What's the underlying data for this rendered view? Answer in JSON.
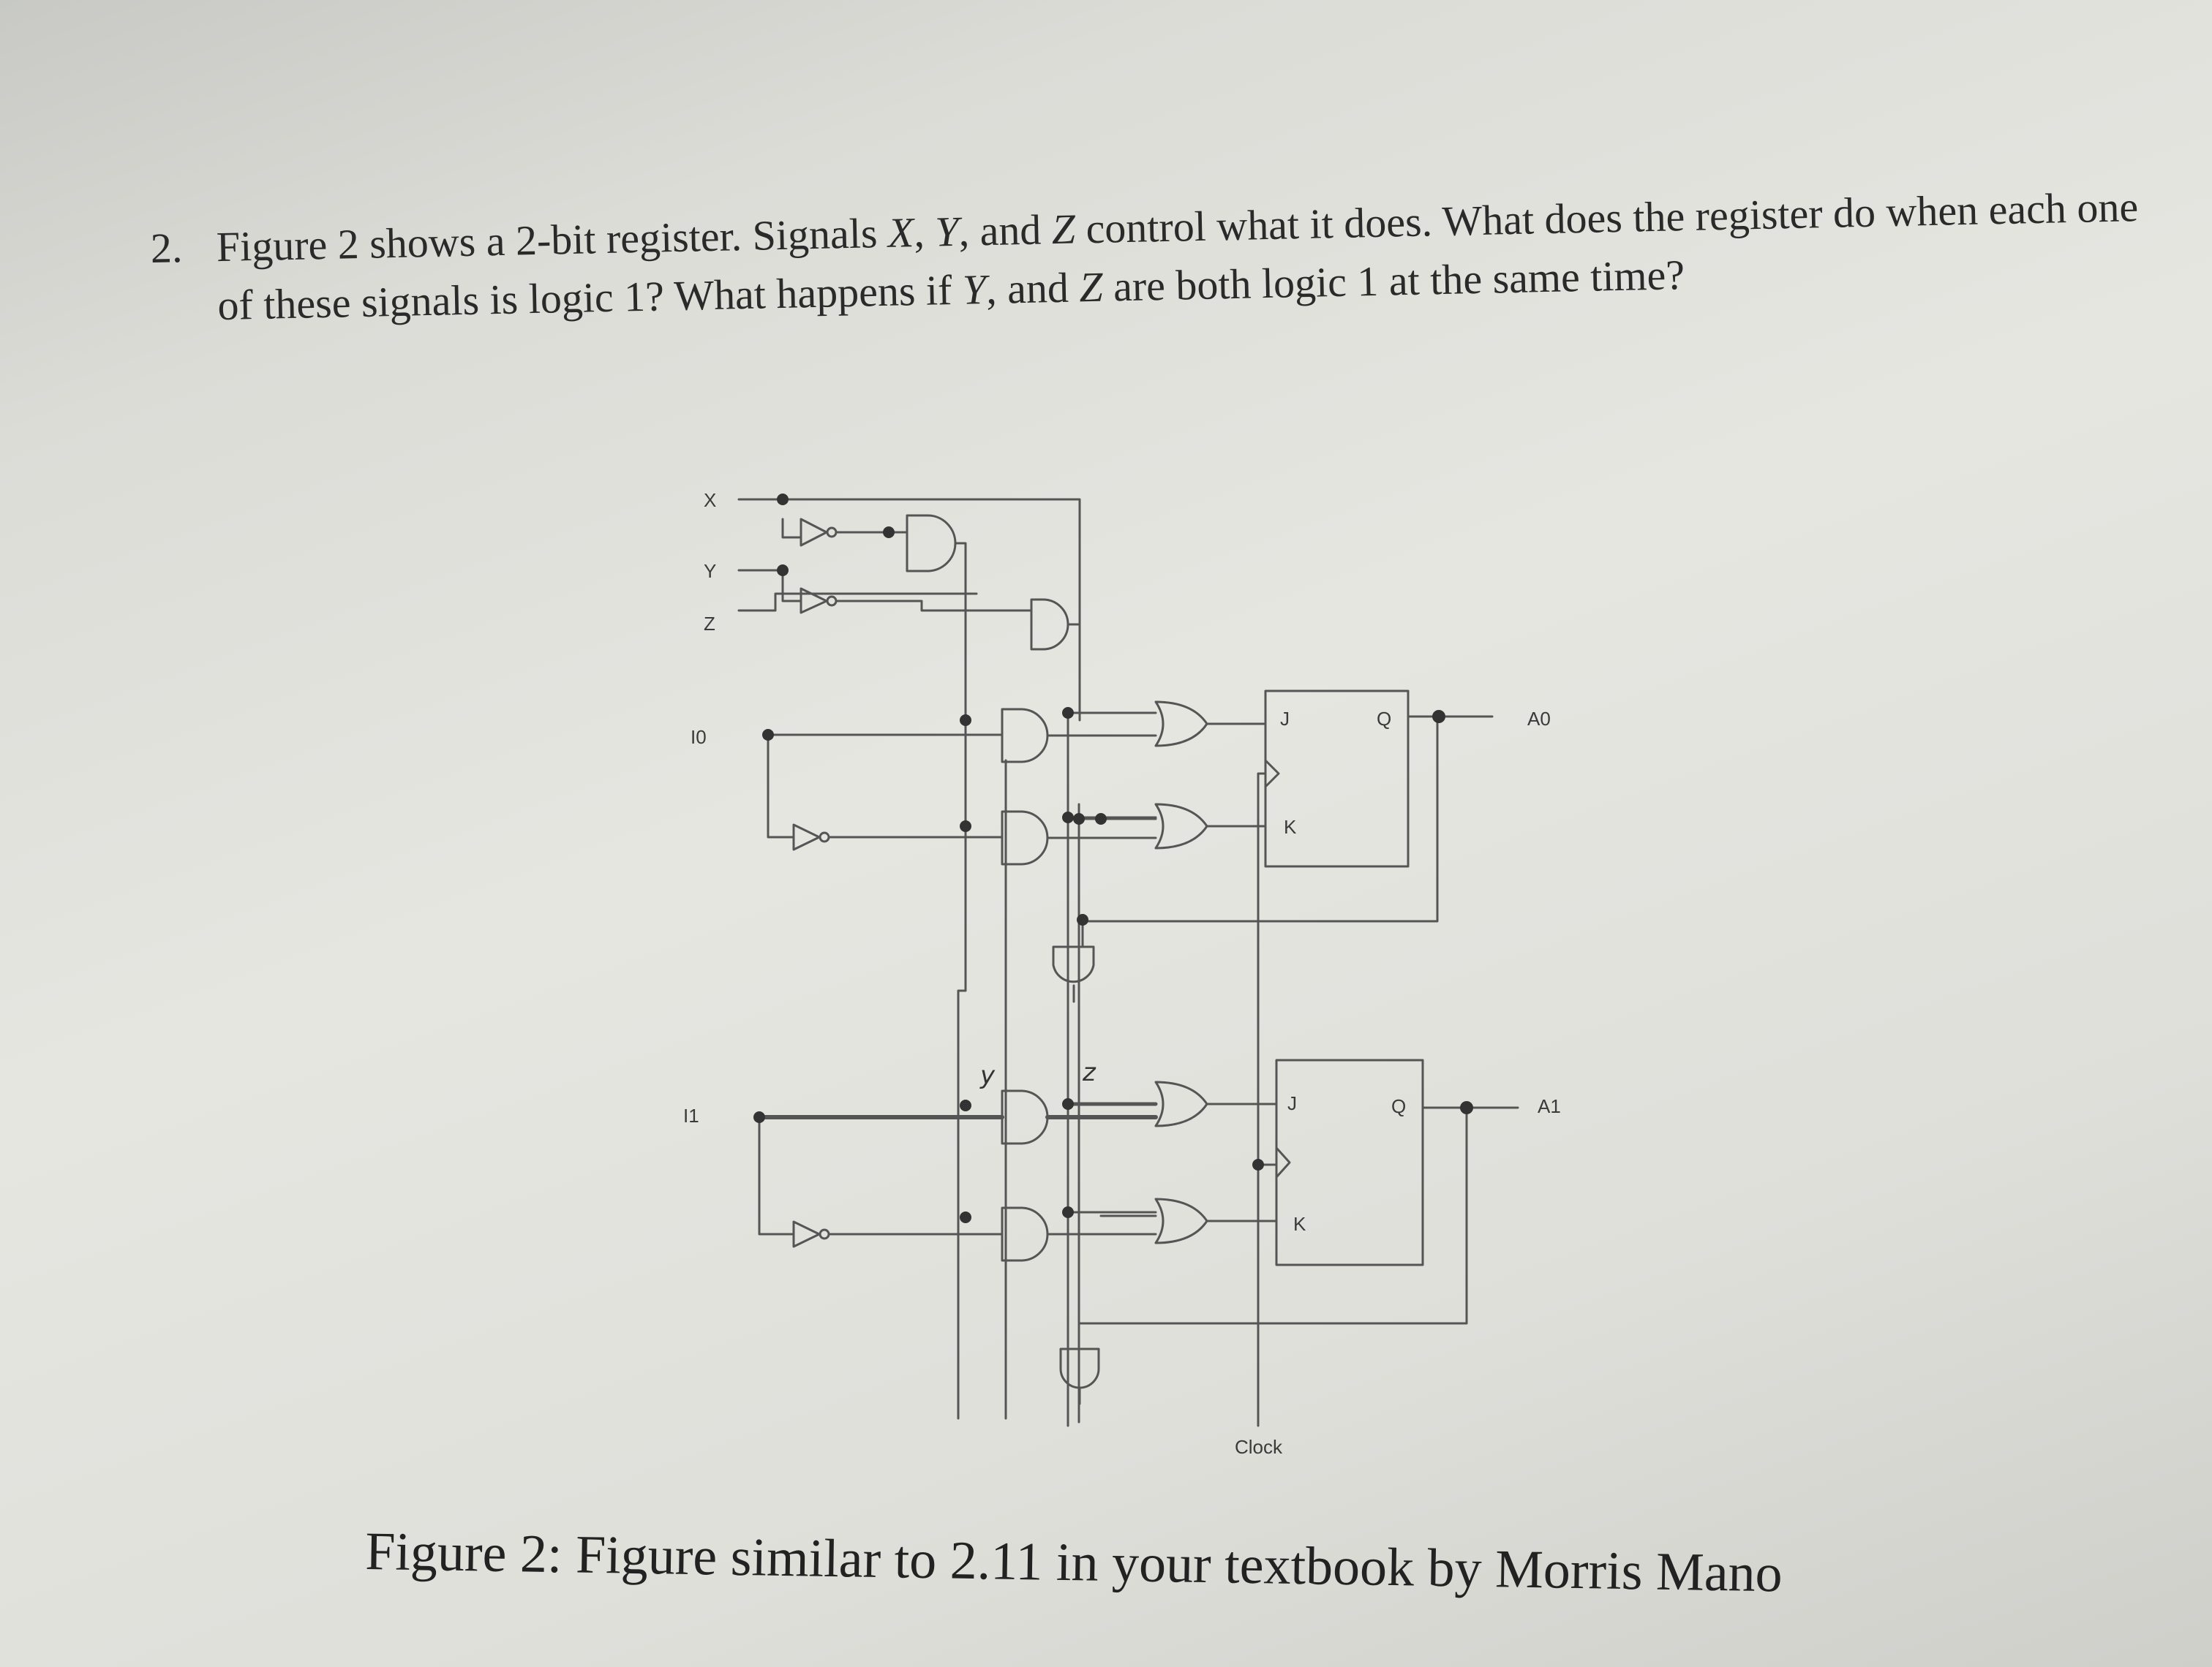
{
  "question": {
    "number": "2.",
    "text_1": "Figure 2 shows a 2-bit register. Signals ",
    "var_x": "X",
    "sep_1": ", ",
    "var_y": "Y",
    "sep_2": ", and ",
    "var_z": "Z",
    "text_2": " control what it does. What does the register do when each one of these signals is logic 1? What happens if ",
    "var_y2": "Y",
    "sep_3": ", and ",
    "var_z2": "Z",
    "text_3": " are both logic 1 at the same time?"
  },
  "diagram": {
    "inputs": {
      "x": "X",
      "y": "Y",
      "z": "Z",
      "i0": "I0",
      "i1": "I1"
    },
    "flipflop_pins": {
      "j": "J",
      "k": "K",
      "q": "Q"
    },
    "outputs": {
      "a0": "A0",
      "a1": "A1"
    },
    "clock": "Clock",
    "handwritten_marks": {
      "y": "y",
      "z": "z"
    }
  },
  "caption": "Figure 2: Figure similar to 2.11 in your textbook by Morris Mano"
}
